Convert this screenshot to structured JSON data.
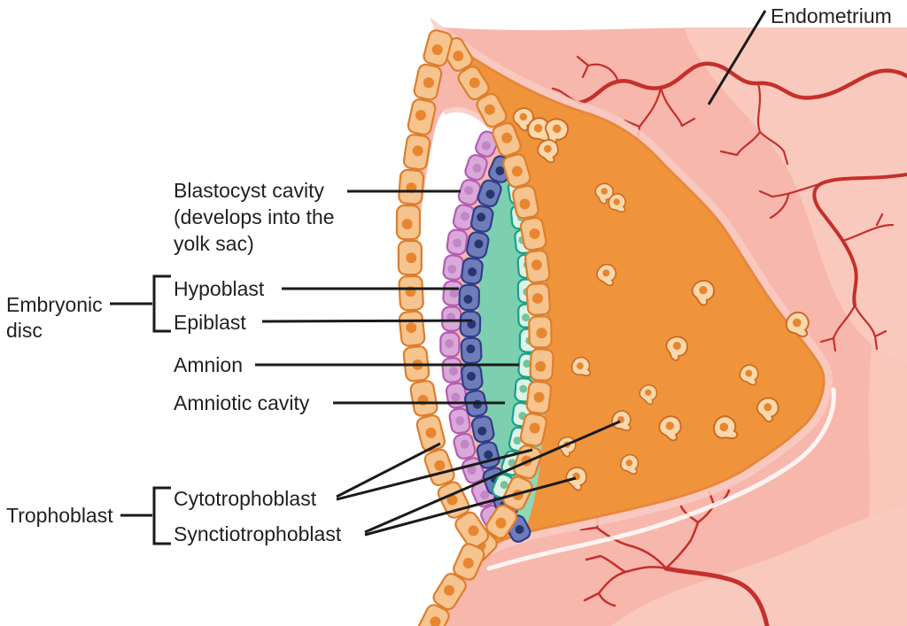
{
  "labels": {
    "endometrium": "Endometrium",
    "blastocyst_cavity": [
      "Blastocyst cavity",
      "(develops into the",
      "yolk sac)"
    ],
    "embryonic_disc": [
      "Embryonic",
      "disc"
    ],
    "hypoblast": "Hypoblast",
    "epiblast": "Epiblast",
    "amnion": "Amnion",
    "amniotic_cavity": "Amniotic cavity",
    "trophoblast": "Trophoblast",
    "cytotrophoblast": "Cytotrophoblast",
    "synctiotrophoblast": "Synctiotrophoblast"
  },
  "colors": {
    "background": "#ffffff",
    "label_text": "#231f20",
    "pointer_line": "#1a1a1a",
    "endometrium_base": "#f8b7ac",
    "endometrium_light": "#fac9be",
    "endometrium_halo": "#f9cdc3",
    "vessel": "#c5302b",
    "syncytio_fill": "#f0943c",
    "syncytio_stroke": "#e8873b",
    "cell_orange_fill": "#f6c48e",
    "cell_orange_stroke": "#dd7e2d",
    "cell_nucleus": "#e8862f",
    "hypoblast_fill": "#d9a9da",
    "hypoblast_stroke": "#b55cb3",
    "hypoblast_nucleus": "#c286c6",
    "epiblast_fill": "#6e7cba",
    "epiblast_stroke": "#2f3e88",
    "epiblast_nucleus": "#273571",
    "amnion_fill": "#dff2e8",
    "amnion_stroke": "#15a286",
    "amnion_nucleus": "#72c49b",
    "amniotic_cavity_fill": "#7ccfaf",
    "amniotic_cavity_light": "#8fd8bc",
    "floating_cell_fill": "#f9d8ac",
    "floating_cell_stroke": "#c96a22",
    "highlight_line": "#ffffff"
  }
}
